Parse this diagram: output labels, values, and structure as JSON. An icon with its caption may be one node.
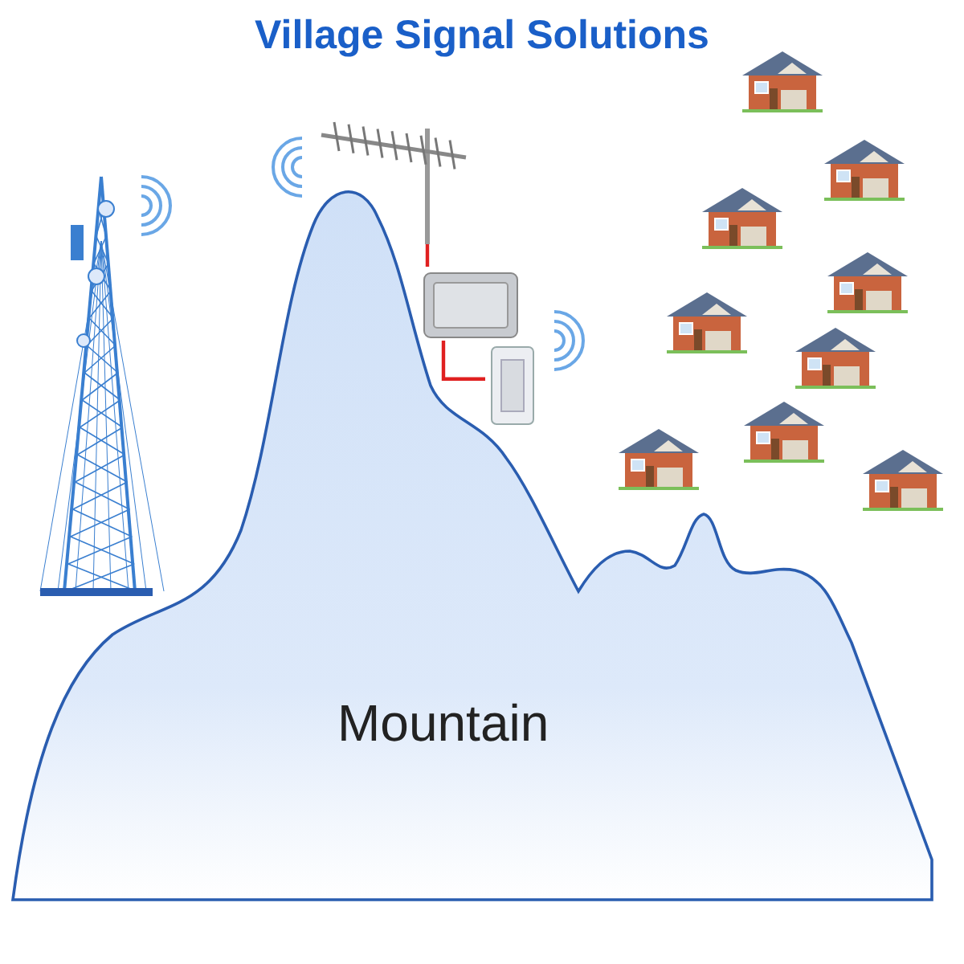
{
  "diagram": {
    "title": "Village Signal Solutions",
    "nodes": [
      {
        "text": [],
        "shape": "picture"
      },
      {
        "text": [],
        "shape": "picture"
      },
      {
        "text": [],
        "shape": "picture"
      }
    ],
    "edges": [
      {
        "from": 0,
        "to": 1,
        "arrow": "none"
      },
      {
        "from": 1,
        "to": 2,
        "arrow": "none"
      }
    ],
    "labels": [
      "Mountain"
    ]
  }
}
